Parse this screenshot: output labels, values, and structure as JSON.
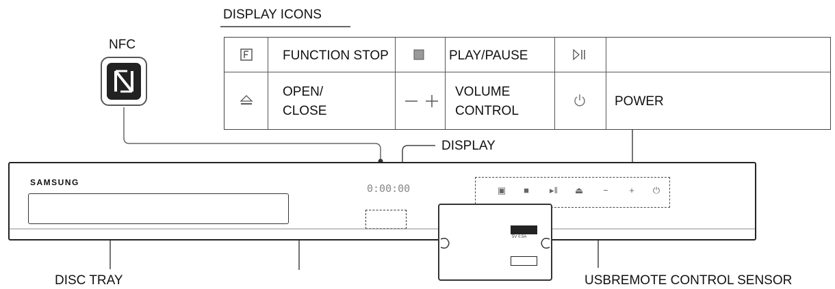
{
  "labels": {
    "nfc": "NFC",
    "display_icons": "DISPLAY ICONS",
    "display": "DISPLAY",
    "disc_tray": "DISC TRAY",
    "usb_remote": "USBREMOTE CONTROL SENSOR"
  },
  "device": {
    "brand": "SAMSUNG",
    "display_digits": "0:00:00",
    "usb_port_text": "5V 0.5A"
  },
  "icons_table": {
    "row1": {
      "function_stop_label": "FUNCTION STOP",
      "play_pause_label": "PLAY/PAUSE"
    },
    "row2": {
      "open_close_line1": "OPEN/",
      "open_close_line2": "CLOSE",
      "volume_line1": "VOLUME",
      "volume_line2": "CONTROL",
      "power_label": "POWER"
    }
  }
}
